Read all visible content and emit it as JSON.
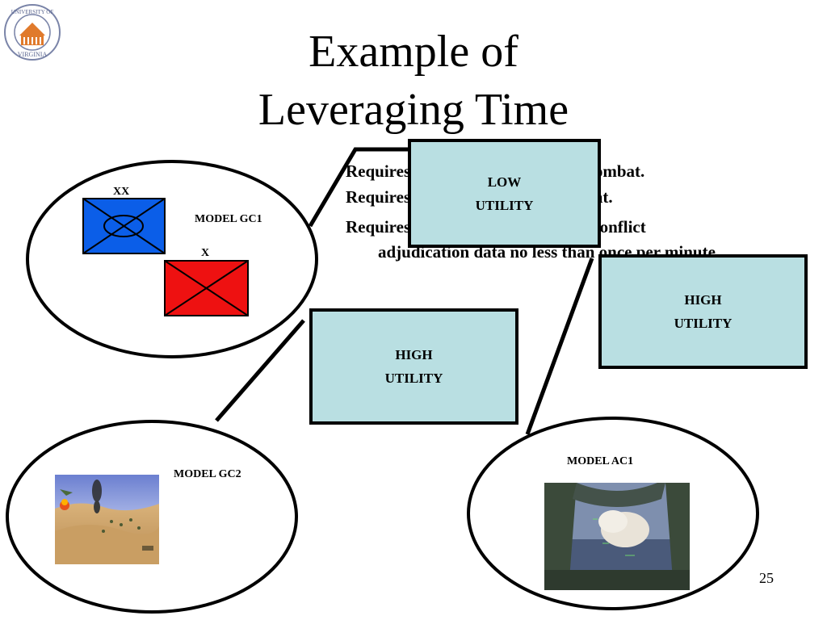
{
  "logo": {
    "text_top": "UNIVERSITY OF",
    "text_bottom": "VIRGINIA",
    "colors": {
      "ring": "#7a84a8",
      "building": "#e07a2c"
    }
  },
  "title": {
    "line1": "Example of",
    "line2": "Leveraging Time"
  },
  "bullets": [
    "Requires data to support ground combat.",
    "Requires data to support air combat.",
    "Requires accurate and up-to-date conflict adjudication data no less than once per minute."
  ],
  "models": {
    "gc1": {
      "label": "MODEL GC1",
      "unit_blue_label": "XX",
      "unit_red_label": "X",
      "colors": {
        "blue": "#0b5ee8",
        "red": "#ee1111"
      }
    },
    "gc2": {
      "label": "MODEL GC2"
    },
    "ac1": {
      "label": "MODEL AC1"
    }
  },
  "utility_boxes": {
    "low": {
      "line1": "LOW",
      "line2": "UTILITY"
    },
    "high_right": {
      "line1": "HIGH",
      "line2": "UTILITY"
    },
    "high_center": {
      "line1": "HIGH",
      "line2": "UTILITY"
    },
    "fill_color": "#b9dfe2"
  },
  "page_number": "25"
}
